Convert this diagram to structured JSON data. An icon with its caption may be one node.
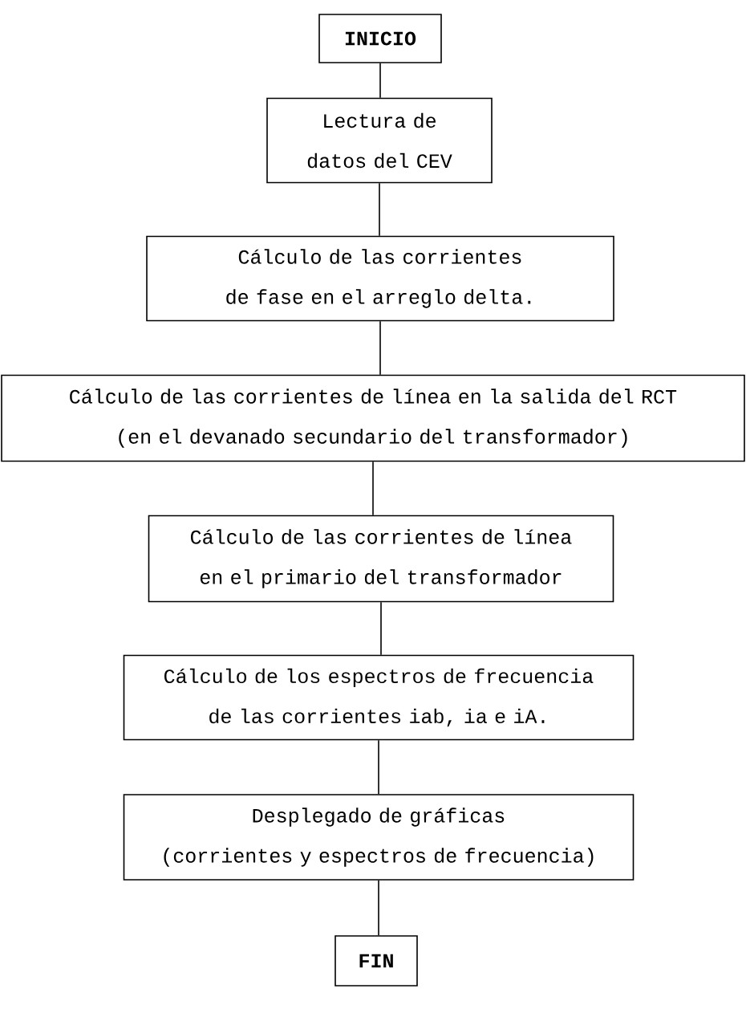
{
  "diagram": {
    "nodes": [
      {
        "text": [
          "INICIO"
        ]
      },
      {
        "text": [
          "Lectura de datos del CEV"
        ]
      },
      {
        "text": [
          "Cálculo de las corrientes de fase en el arreglo delta."
        ]
      },
      {
        "text": [
          "Cálculo de las corrientes de línea en la salida del RCT",
          "(en el devanado secundario del transformador)"
        ]
      },
      {
        "text": [
          "Cálculo de las corrientes de línea en el primario del transformador"
        ]
      },
      {
        "text": [
          "Cálculo de los espectros de frecuencia de las corrientes iab, ia e iA."
        ]
      },
      {
        "text": [
          "Desplegado de gráficas",
          "(corrientes y espectros de frecuencia)"
        ]
      },
      {
        "text": [
          "FIN"
        ]
      }
    ],
    "edges": [
      {
        "from": 0,
        "to": 1,
        "arrow": "none"
      },
      {
        "from": 1,
        "to": 2,
        "arrow": "none"
      },
      {
        "from": 2,
        "to": 3,
        "arrow": "none"
      },
      {
        "from": 3,
        "to": 4,
        "arrow": "none"
      },
      {
        "from": 4,
        "to": 5,
        "arrow": "none"
      },
      {
        "from": 5,
        "to": 6,
        "arrow": "none"
      },
      {
        "from": 6,
        "to": 7,
        "arrow": "none"
      }
    ]
  }
}
